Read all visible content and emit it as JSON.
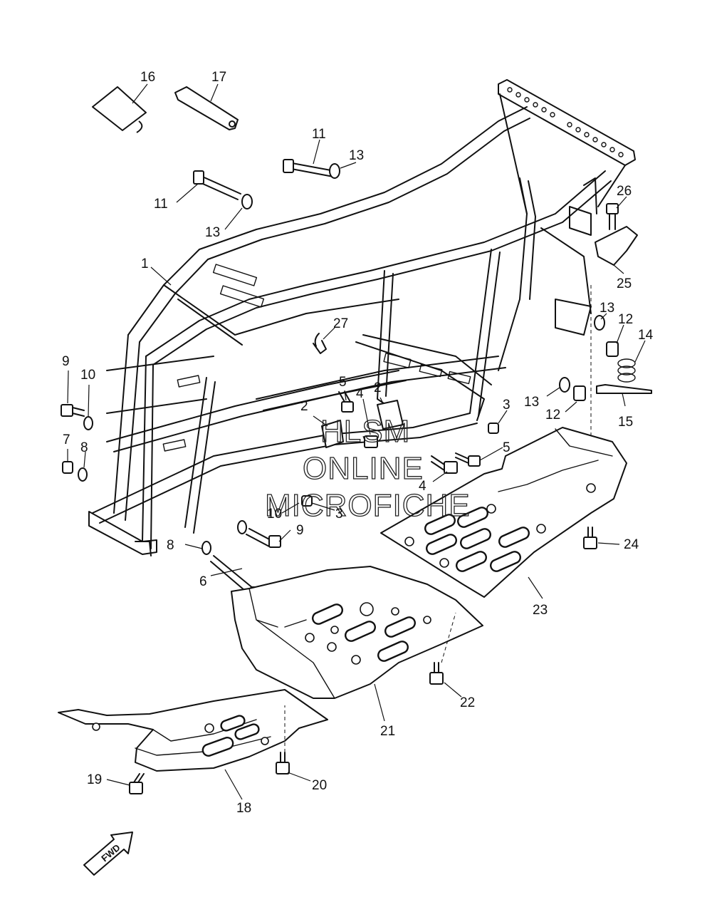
{
  "callouts": {
    "c1": "1",
    "c2a": "2",
    "c2b": "2",
    "c3a": "3",
    "c3b": "3",
    "c4a": "4",
    "c4b": "4",
    "c5a": "5",
    "c5b": "5",
    "c6": "6",
    "c7": "7",
    "c8a": "8",
    "c8b": "8",
    "c9a": "9",
    "c9b": "9",
    "c10a": "10",
    "c10b": "10",
    "c11a": "11",
    "c11b": "11",
    "c12a": "12",
    "c12b": "12",
    "c13a": "13",
    "c13b": "13",
    "c13c": "13",
    "c13d": "13",
    "c14": "14",
    "c15": "15",
    "c16": "16",
    "c17": "17",
    "c18": "18",
    "c19": "19",
    "c20": "20",
    "c21": "21",
    "c22": "22",
    "c23": "23",
    "c24": "24",
    "c25": "25",
    "c26": "26",
    "c27": "27"
  },
  "watermark": {
    "line1": "HLSM",
    "line2": "ONLINE",
    "line3": "MICROFICHE"
  },
  "direction_arrow": {
    "label": "FWD"
  }
}
